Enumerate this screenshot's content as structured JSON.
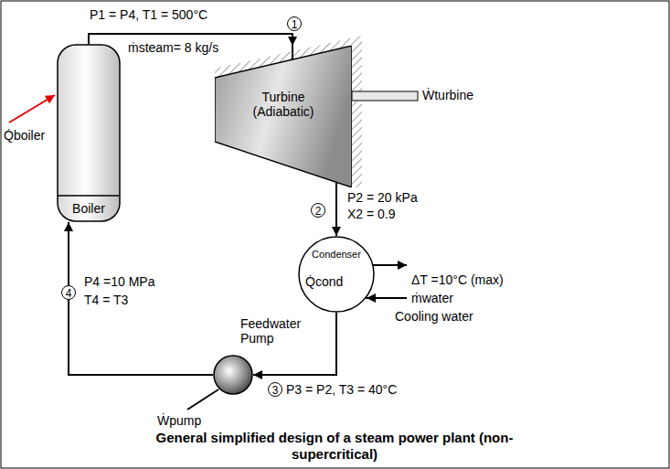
{
  "diagram": {
    "caption": "General simplified design of a steam power plant (non-supercritical)",
    "nodes": [
      {
        "text": [
          "Boiler"
        ]
      },
      {
        "text": [
          "Turbine (Adiabatic)"
        ]
      },
      {
        "text": [
          "Condenser"
        ]
      },
      {
        "text": [
          "Feedwater Pump"
        ]
      }
    ],
    "edges": [
      {
        "from": 0,
        "to": 1,
        "arrow": "to"
      },
      {
        "from": 1,
        "to": 2,
        "arrow": "to"
      },
      {
        "from": 2,
        "to": 3,
        "arrow": "to"
      },
      {
        "from": 3,
        "to": 0,
        "arrow": "to"
      }
    ],
    "labels": [
      "P1 = P4, T1 = 500°C",
      "1",
      "ṁsteam= 8 kg/s",
      "Q̇boiler",
      "Ẇturbine",
      "2",
      "P2 = 20 kPa",
      "X2 = 0.9",
      "Q̇cond",
      "ΔT =10°C (max)",
      "ṁwater",
      "Cooling water",
      "4",
      "P4 =10 MPa",
      "T4 = T3",
      "Ẇpump",
      "3",
      "P3 = P2, T3 = 40°C"
    ]
  }
}
